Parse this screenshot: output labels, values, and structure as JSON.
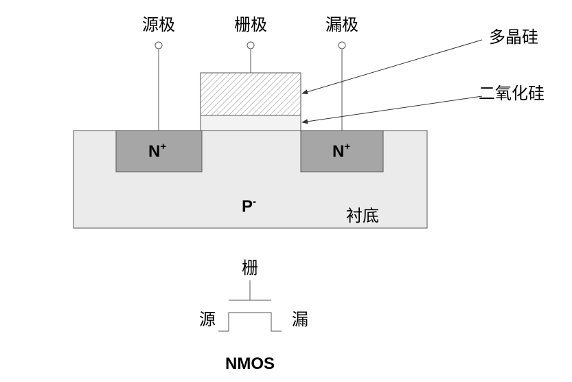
{
  "labels": {
    "source": "源极",
    "gate": "栅极",
    "drain": "漏极",
    "polysilicon": "多晶硅",
    "oxide": "二氧化硅",
    "n_plus_left": "N",
    "n_plus_right": "N",
    "plus": "+",
    "p_region": "P",
    "minus": "-",
    "substrate": "衬底",
    "symbol_gate": "栅",
    "symbol_source": "源",
    "symbol_drain": "漏",
    "title": "NMOS"
  },
  "colors": {
    "substrate_fill": "#ebebeb",
    "n_region_fill": "#a6a6a6",
    "oxide_fill": "#f3f3f3",
    "poly_hatch": "#8c8c8c",
    "stroke": "#555555"
  }
}
